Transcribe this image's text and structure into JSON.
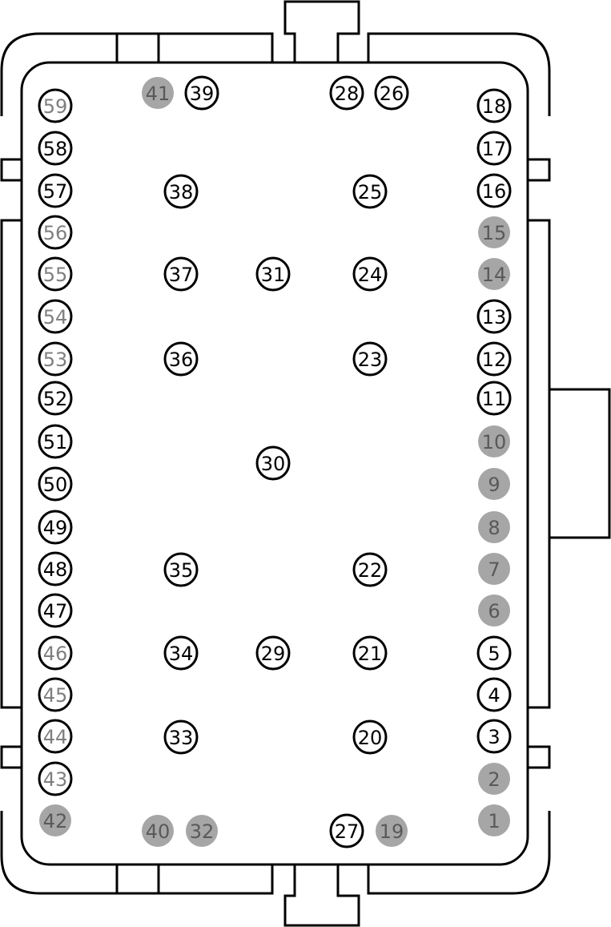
{
  "diagram": {
    "colors": {
      "outline": "#000000",
      "background": "#ffffff",
      "active_fill": "#ffffff",
      "active_text": "#000000",
      "empty_fill": "#a6a6a6",
      "empty_text": "#595959",
      "gray_outline_text": "#7f7f7f"
    },
    "pins": [
      {
        "label": "1",
        "state": "empty"
      },
      {
        "label": "2",
        "state": "empty"
      },
      {
        "label": "3",
        "state": "active"
      },
      {
        "label": "4",
        "state": "active"
      },
      {
        "label": "5",
        "state": "active"
      },
      {
        "label": "6",
        "state": "empty"
      },
      {
        "label": "7",
        "state": "empty"
      },
      {
        "label": "8",
        "state": "empty"
      },
      {
        "label": "9",
        "state": "empty"
      },
      {
        "label": "10",
        "state": "empty"
      },
      {
        "label": "11",
        "state": "active"
      },
      {
        "label": "12",
        "state": "active"
      },
      {
        "label": "13",
        "state": "active"
      },
      {
        "label": "14",
        "state": "empty"
      },
      {
        "label": "15",
        "state": "empty"
      },
      {
        "label": "16",
        "state": "active"
      },
      {
        "label": "17",
        "state": "active"
      },
      {
        "label": "18",
        "state": "active"
      },
      {
        "label": "19",
        "state": "empty"
      },
      {
        "label": "20",
        "state": "active"
      },
      {
        "label": "21",
        "state": "active"
      },
      {
        "label": "22",
        "state": "active"
      },
      {
        "label": "23",
        "state": "active"
      },
      {
        "label": "24",
        "state": "active"
      },
      {
        "label": "25",
        "state": "active"
      },
      {
        "label": "26",
        "state": "active"
      },
      {
        "label": "27",
        "state": "active"
      },
      {
        "label": "28",
        "state": "active"
      },
      {
        "label": "29",
        "state": "active"
      },
      {
        "label": "30",
        "state": "active"
      },
      {
        "label": "31",
        "state": "active"
      },
      {
        "label": "32",
        "state": "empty"
      },
      {
        "label": "33",
        "state": "active"
      },
      {
        "label": "34",
        "state": "active"
      },
      {
        "label": "35",
        "state": "active"
      },
      {
        "label": "36",
        "state": "active"
      },
      {
        "label": "37",
        "state": "active"
      },
      {
        "label": "38",
        "state": "active"
      },
      {
        "label": "39",
        "state": "active"
      },
      {
        "label": "40",
        "state": "empty"
      },
      {
        "label": "41",
        "state": "empty"
      },
      {
        "label": "42",
        "state": "empty"
      },
      {
        "label": "43",
        "state": "gray-outline"
      },
      {
        "label": "44",
        "state": "gray-outline"
      },
      {
        "label": "45",
        "state": "gray-outline"
      },
      {
        "label": "46",
        "state": "gray-outline"
      },
      {
        "label": "47",
        "state": "active"
      },
      {
        "label": "48",
        "state": "active"
      },
      {
        "label": "49",
        "state": "active"
      },
      {
        "label": "50",
        "state": "active"
      },
      {
        "label": "51",
        "state": "active"
      },
      {
        "label": "52",
        "state": "active"
      },
      {
        "label": "53",
        "state": "gray-outline"
      },
      {
        "label": "54",
        "state": "gray-outline"
      },
      {
        "label": "55",
        "state": "gray-outline"
      },
      {
        "label": "56",
        "state": "gray-outline"
      },
      {
        "label": "57",
        "state": "active"
      },
      {
        "label": "58",
        "state": "active"
      },
      {
        "label": "59",
        "state": "gray-outline"
      }
    ]
  }
}
